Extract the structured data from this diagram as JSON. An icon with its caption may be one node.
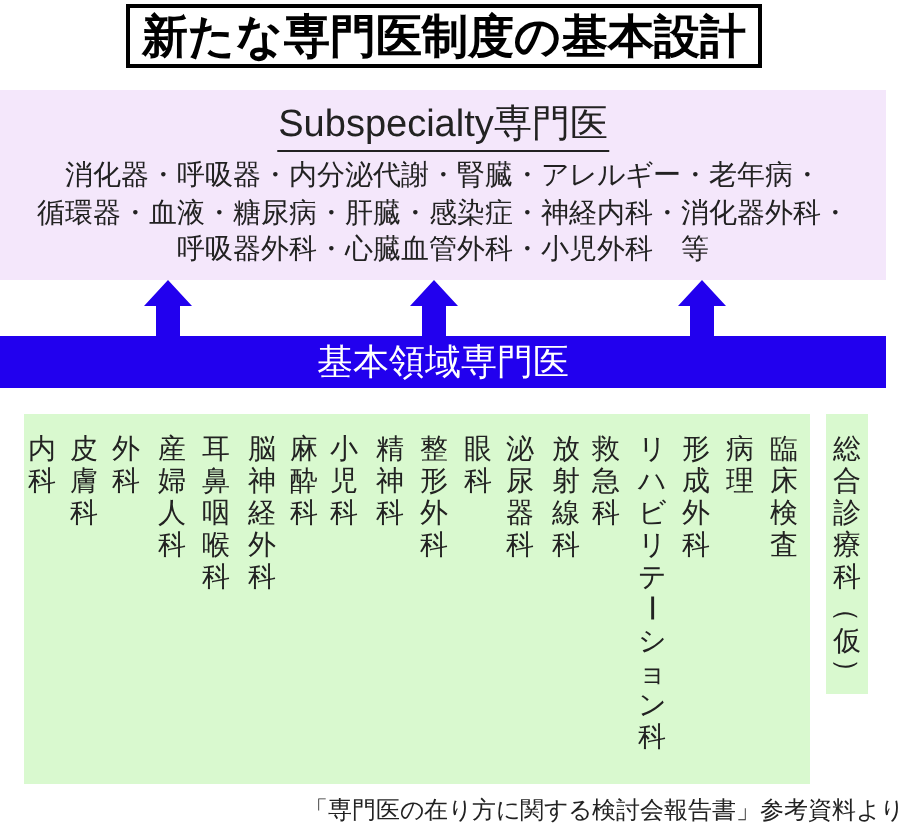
{
  "diagram": {
    "title": "新たな専門医制度の基本設計",
    "caption": "「専門医の在り方に関する検討会報告書」参考資料より",
    "nodes": [
      {
        "text": [
          "Subspecialty専門医",
          "消化器・呼吸器・内分泌代謝・腎臓・アレルギー・老年病・循環器・血液・糖尿病・肝臓・感染症・神経内科・消化器外科・呼吸器外科・心臓血管外科・小児外科　等"
        ]
      },
      {
        "text": [
          "基本領域専門医"
        ]
      },
      {
        "text": [
          "内科",
          "皮膚科",
          "外科",
          "産婦人科",
          "耳鼻咽喉科",
          "脳神経外科",
          "麻酔科",
          "小児科",
          "精神科",
          "整形外科",
          "眼科",
          "泌尿器科",
          "放射線科",
          "救急科",
          "リハビリテーション科",
          "形成外科",
          "病理",
          "臨床検査"
        ]
      },
      {
        "text": [
          "総合診療科（仮）"
        ]
      }
    ],
    "edges": [
      {
        "from": 1,
        "to": 0,
        "arrow": "to"
      },
      {
        "from": 1,
        "to": 0,
        "arrow": "to"
      },
      {
        "from": 1,
        "to": 0,
        "arrow": "to"
      }
    ]
  }
}
